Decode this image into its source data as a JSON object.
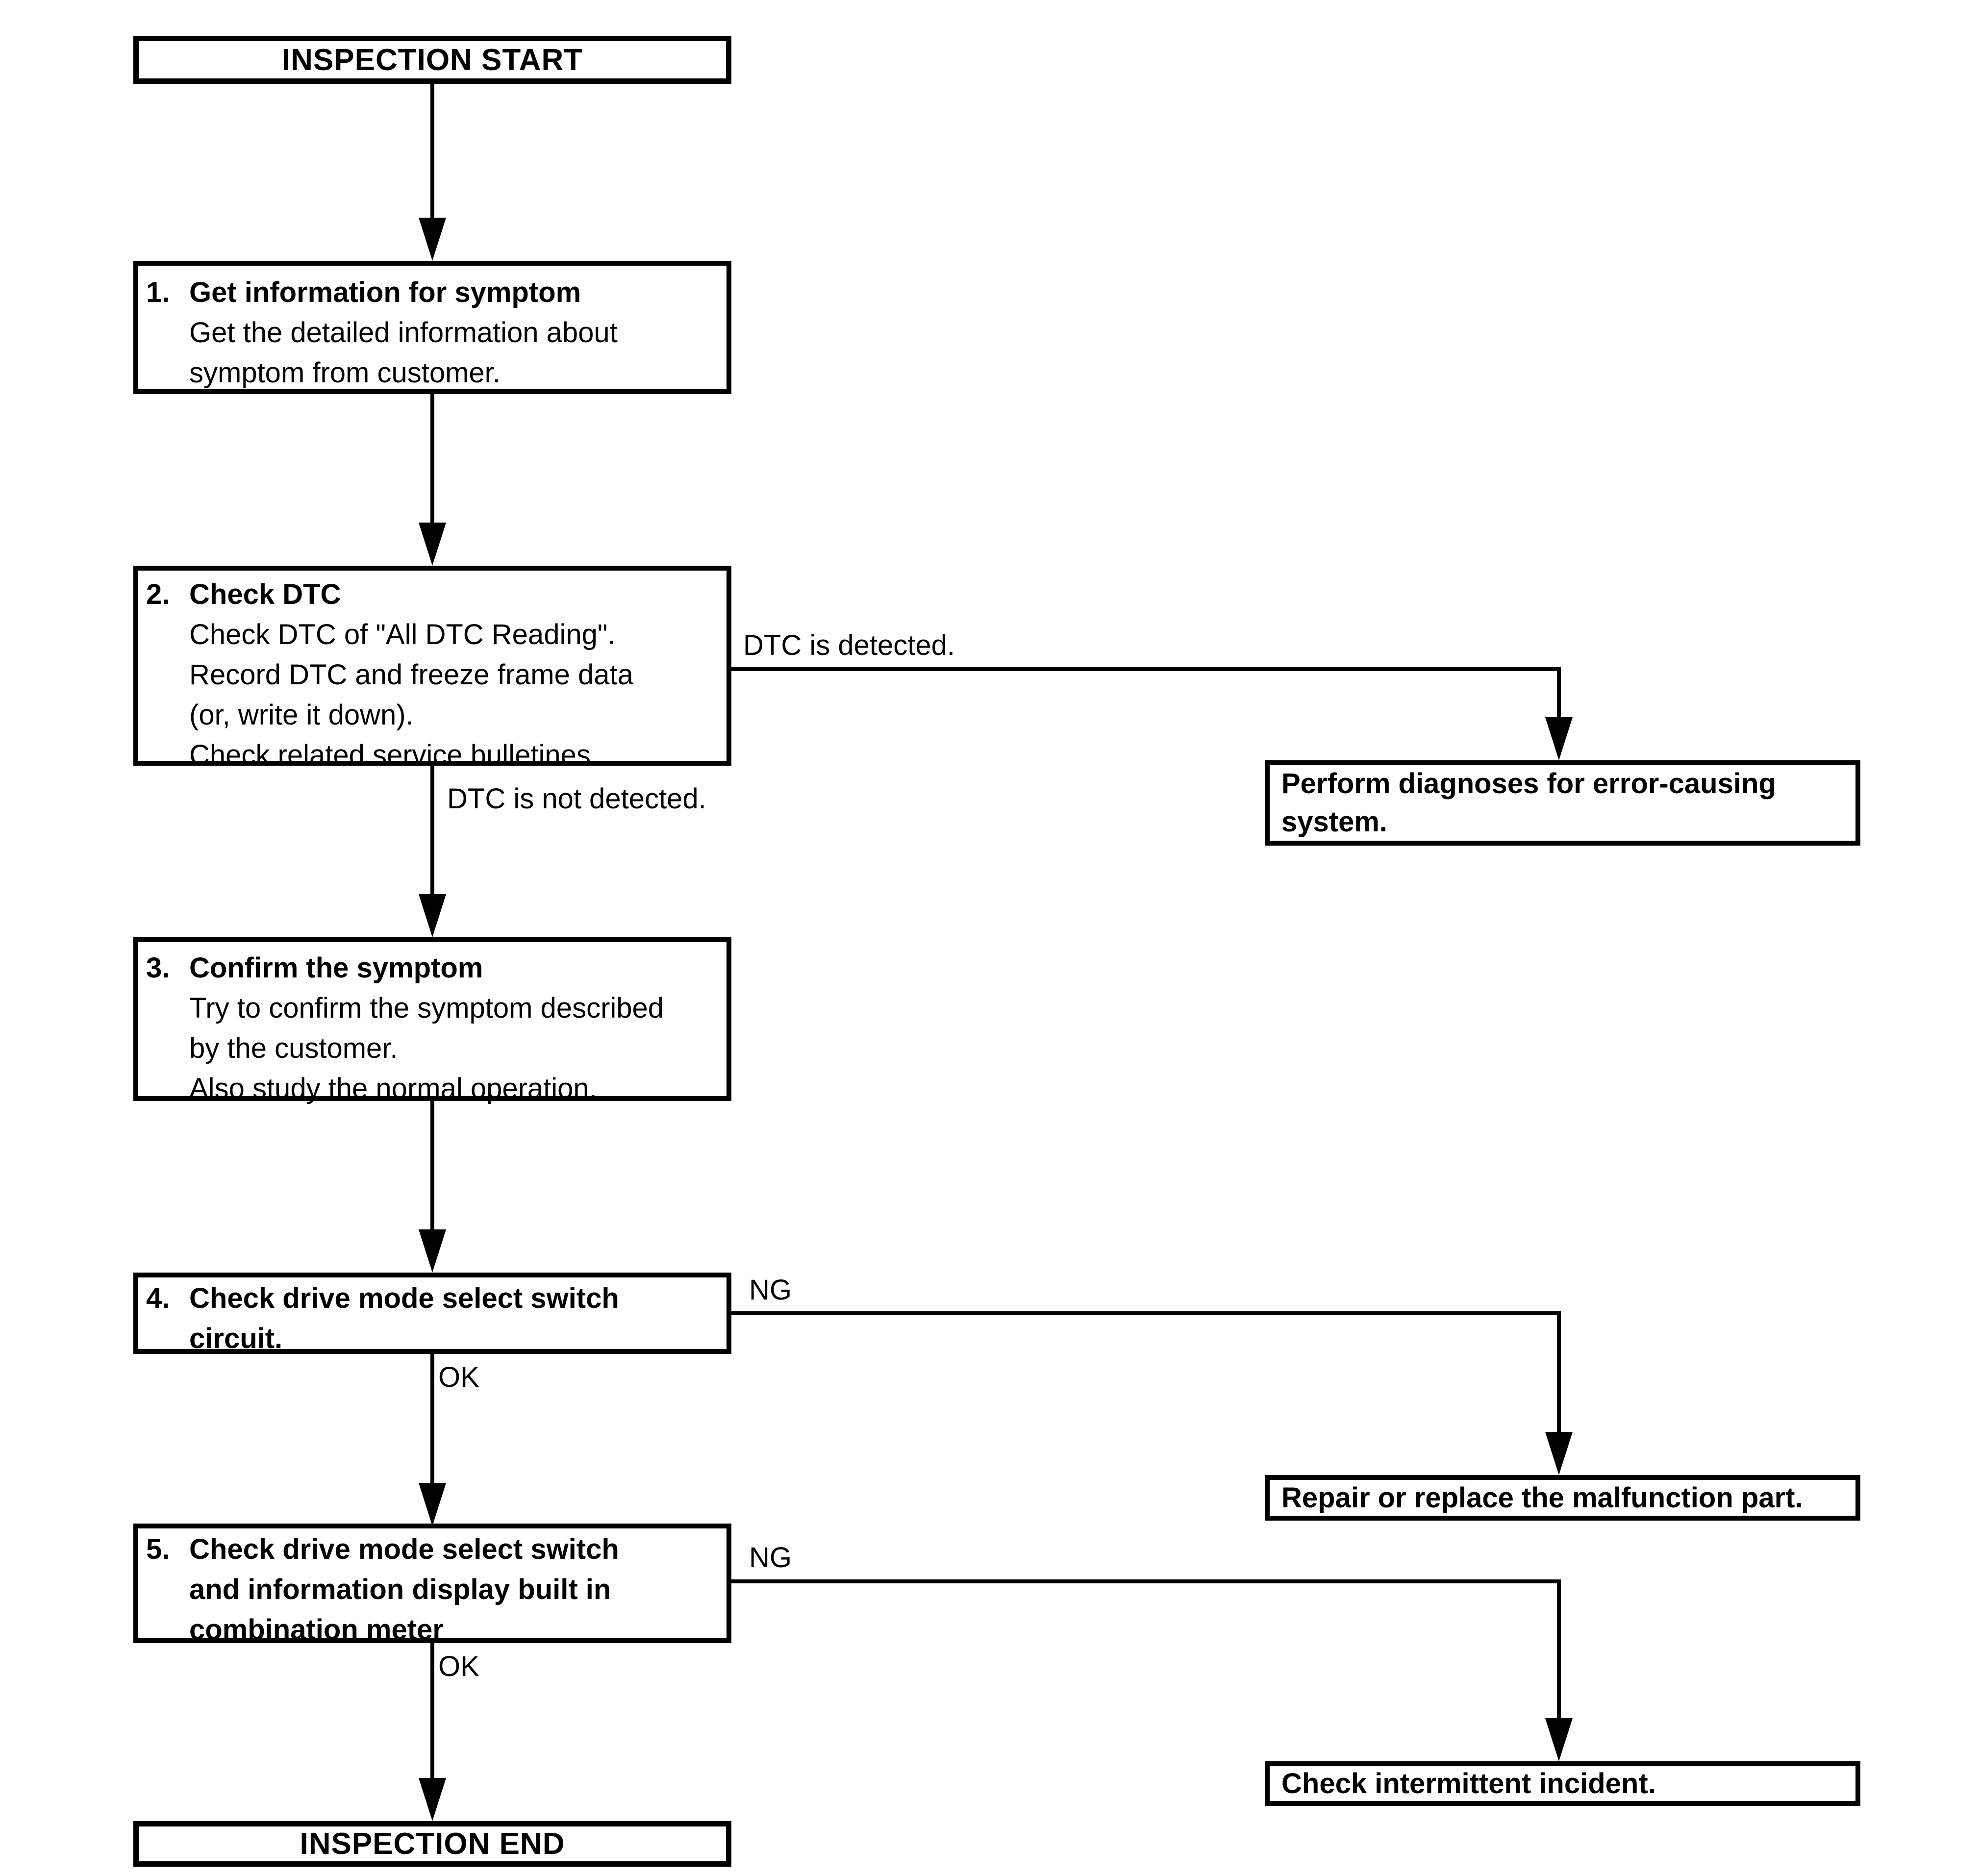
{
  "diagram": {
    "start": {
      "label": "INSPECTION START"
    },
    "end": {
      "label": "INSPECTION END"
    },
    "steps": [
      {
        "num": "1.",
        "title": "Get information for symptom",
        "body": "Get the detailed information about\nsymptom from customer."
      },
      {
        "num": "2.",
        "title": "Check DTC",
        "body": "Check DTC of \"All DTC Reading\".\nRecord DTC and freeze frame data\n(or, write it down).\nCheck related service bulletines."
      },
      {
        "num": "3.",
        "title": "Confirm the symptom",
        "body": "Try to confirm the symptom described\nby the customer.\nAlso study the normal operation."
      },
      {
        "num": "4.",
        "title": "Check drive mode select switch\ncircuit."
      },
      {
        "num": "5.",
        "title": "Check drive mode select switch\nand information display built in\ncombination meter"
      }
    ],
    "outcomes": [
      {
        "label": "Perform diagnoses for error-causing\nsystem."
      },
      {
        "label": "Repair or replace the malfunction part."
      },
      {
        "label": "Check intermittent incident."
      }
    ],
    "edge_labels": {
      "dtc_detected": "DTC is detected.",
      "dtc_not_detected": "DTC is not detected.",
      "ng_step4": "NG",
      "ok_step4": "OK",
      "ng_step5": "NG",
      "ok_step5": "OK"
    },
    "colors": {
      "line": "#000000",
      "background": "#ffffff"
    }
  }
}
